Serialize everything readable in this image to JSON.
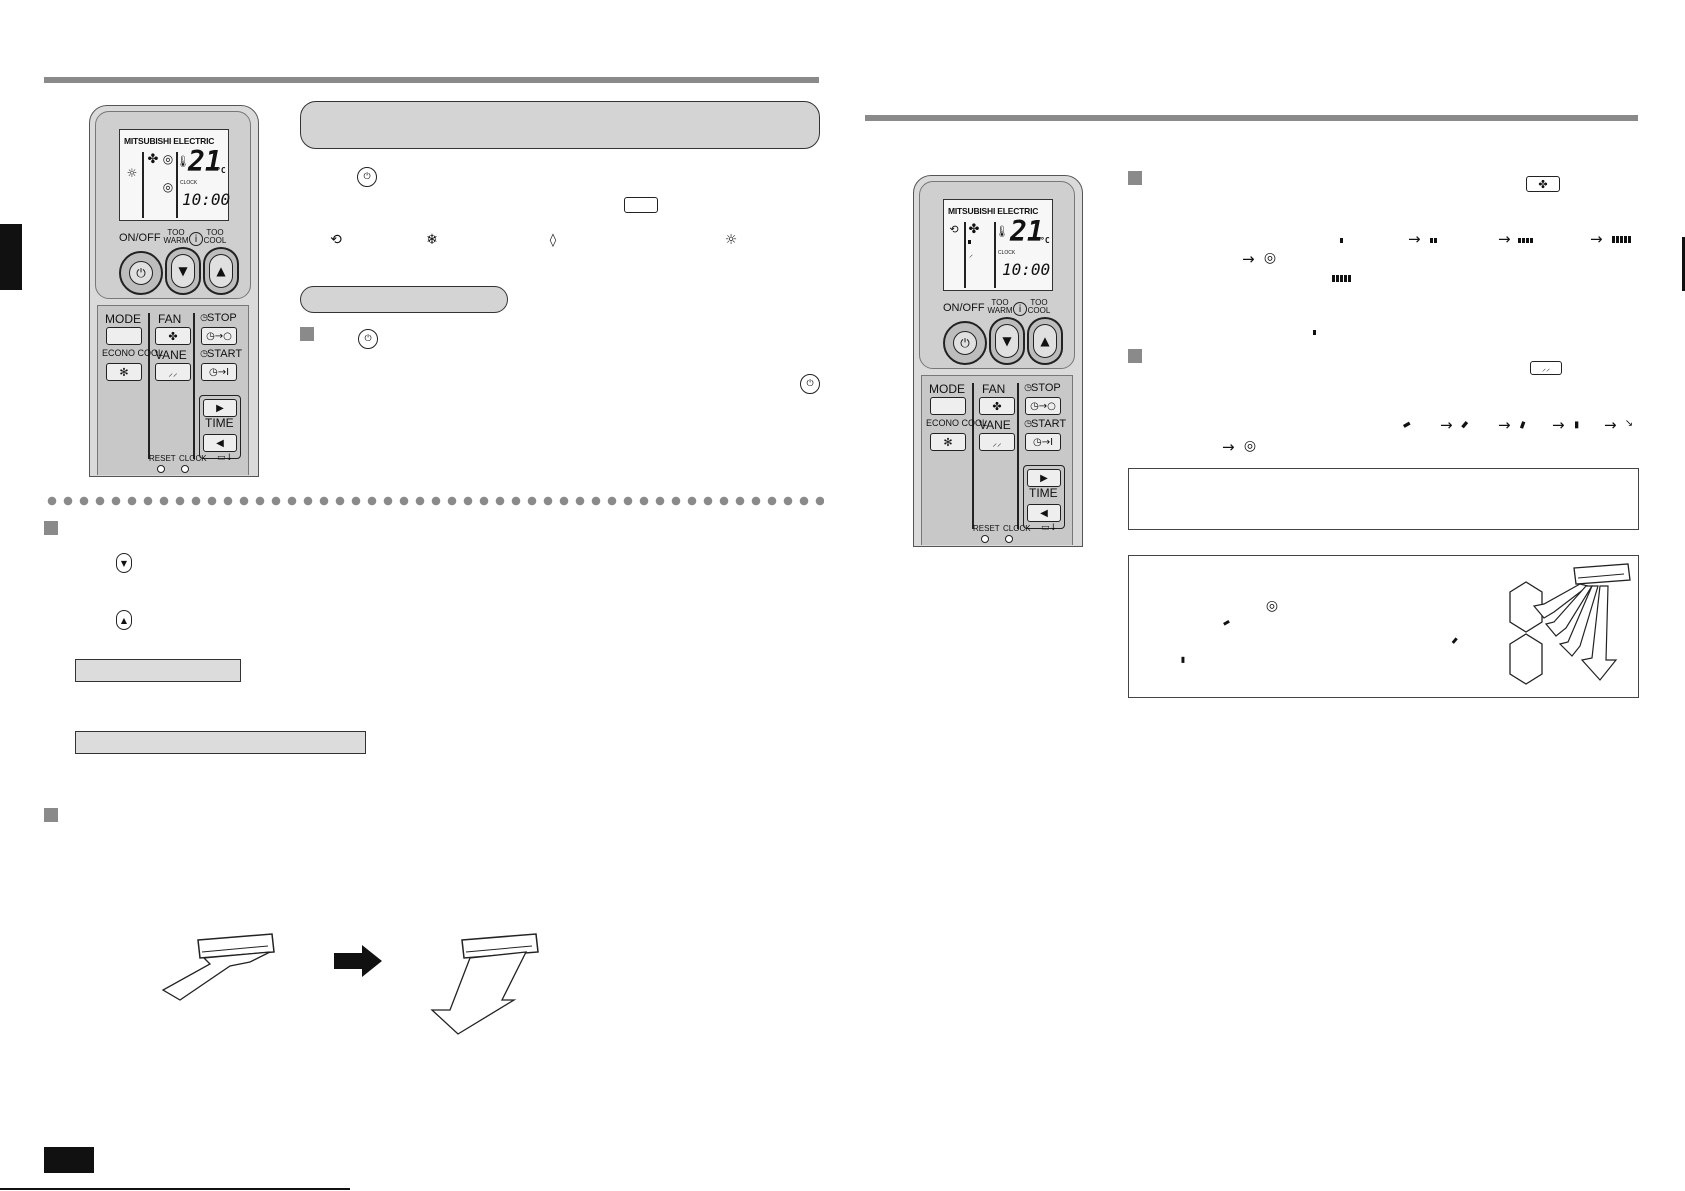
{
  "remote_left": {
    "brand": "MITSUBISHI ELECTRIC",
    "temp": "21",
    "temp_unit": "°C",
    "clock_label": "CLOCK",
    "time": "10:00",
    "on_off": "ON/OFF",
    "too_warm": "TOO\nWARM",
    "too_cool": "TOO\nCOOL",
    "mode": "MODE",
    "fan": "FAN",
    "stop": "STOP",
    "econo_cool": "ECONO COOL",
    "vane": "VANE",
    "start": "START",
    "time_label": "TIME",
    "reset": "RESET",
    "clock": "CLOCK"
  },
  "remote_right": {
    "brand": "MITSUBISHI ELECTRIC",
    "temp": "21",
    "temp_unit": "°C",
    "clock_label": "CLOCK",
    "time": "10:00",
    "on_off": "ON/OFF",
    "too_warm": "TOO\nWARM",
    "too_cool": "TOO\nCOOL",
    "mode": "MODE",
    "fan": "FAN",
    "stop": "STOP",
    "econo_cool": "ECONO COOL",
    "vane": "VANE",
    "start": "START",
    "time_label": "TIME",
    "reset": "RESET",
    "clock": "CLOCK"
  },
  "icons": {
    "on_off": "power-icon",
    "fan": "fan-icon",
    "auto": "auto-mode-icon",
    "cool": "cool-mode-icon",
    "dry": "dry-mode-icon",
    "heat": "heat-mode-icon",
    "swing": "swing-icon",
    "vane": "vane-icon",
    "econo": "econo-cool-icon",
    "down_triangle": "down-triangle-icon",
    "up_triangle": "up-triangle-icon",
    "arrow": "→"
  },
  "colors": {
    "rule": "#8a8a8a",
    "label_fill": "#d4d4d4",
    "text": "#111111"
  }
}
